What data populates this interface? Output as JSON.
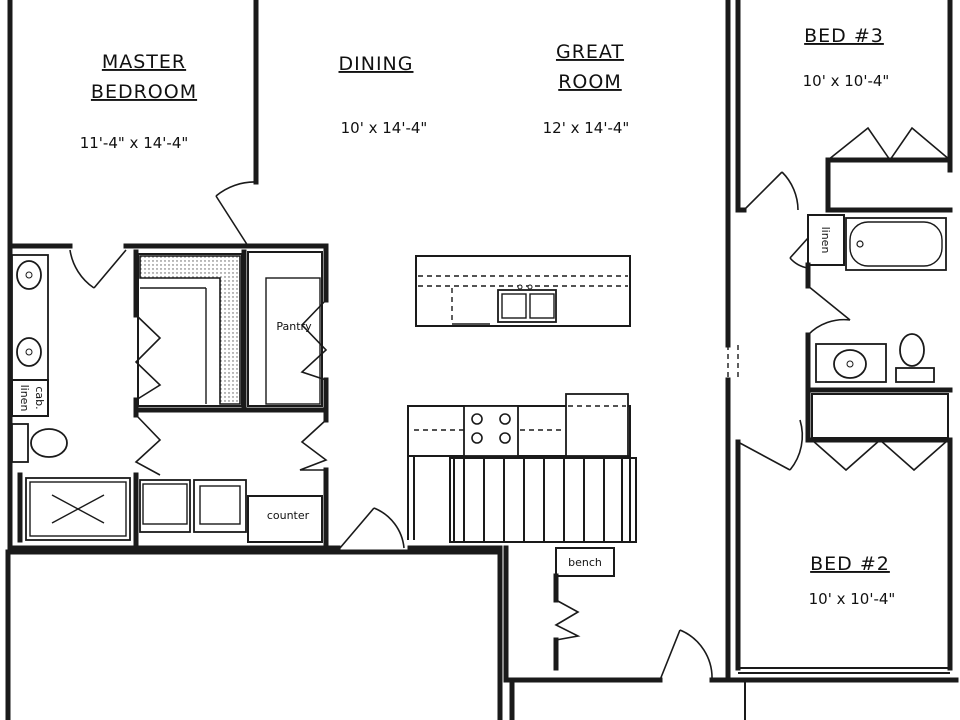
{
  "rooms": {
    "master_bedroom": {
      "title_line1": "MASTER",
      "title_line2": "BEDROOM",
      "size": "11'-4\" x 14'-4\""
    },
    "dining": {
      "title": "DINING",
      "size": "10' x 14'-4\""
    },
    "great_room": {
      "title_line1": "GREAT",
      "title_line2": "ROOM",
      "size": "12' x 14'-4\""
    },
    "bed3": {
      "title": "BED #3",
      "size": "10' x 10'-4\""
    },
    "bed2": {
      "title": "BED #2",
      "size": "10' x 10'-4\""
    }
  },
  "labels": {
    "pantry": "Pantry",
    "linen_cab_1": "linen",
    "linen_cab_2": "cab.",
    "linen_hall": "linen",
    "counter": "counter",
    "bench": "bench"
  }
}
